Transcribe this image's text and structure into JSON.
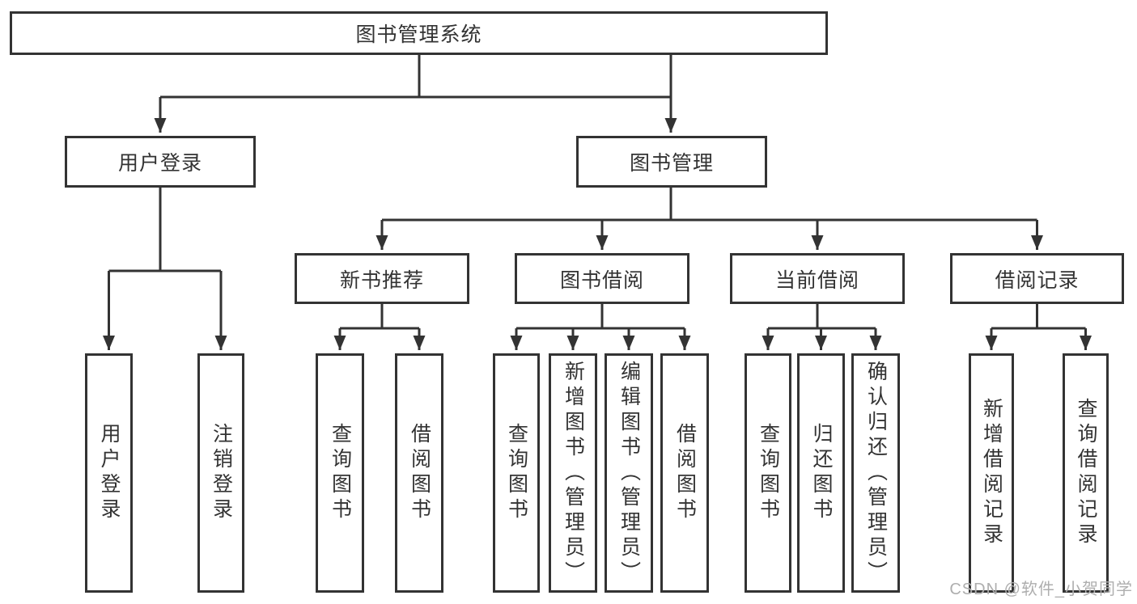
{
  "diagram_title": "图书管理系统",
  "colors": {
    "line": "#333333",
    "box_border": "#333333",
    "text": "#333333",
    "watermark": "#aeaeae",
    "background": "#ffffff"
  },
  "tree": {
    "label": "图书管理系统",
    "children": [
      {
        "label": "用户登录",
        "children": [
          {
            "label": "用户登录"
          },
          {
            "label": "注销登录"
          }
        ]
      },
      {
        "label": "图书管理",
        "children": [
          {
            "label": "新书推荐",
            "children": [
              {
                "label": "查询图书"
              },
              {
                "label": "借阅图书"
              }
            ]
          },
          {
            "label": "图书借阅",
            "children": [
              {
                "label": "查询图书"
              },
              {
                "label": "新增图书（管理员）"
              },
              {
                "label": "编辑图书（管理员）"
              },
              {
                "label": "借阅图书"
              }
            ]
          },
          {
            "label": "当前借阅",
            "children": [
              {
                "label": "查询图书"
              },
              {
                "label": "归还图书"
              },
              {
                "label": "确认归还（管理员）"
              }
            ]
          },
          {
            "label": "借阅记录",
            "children": [
              {
                "label": "新增借阅记录"
              },
              {
                "label": "查询借阅记录"
              }
            ]
          }
        ]
      }
    ]
  },
  "watermark": {
    "text": "CSDN @软件_小贺同学"
  }
}
